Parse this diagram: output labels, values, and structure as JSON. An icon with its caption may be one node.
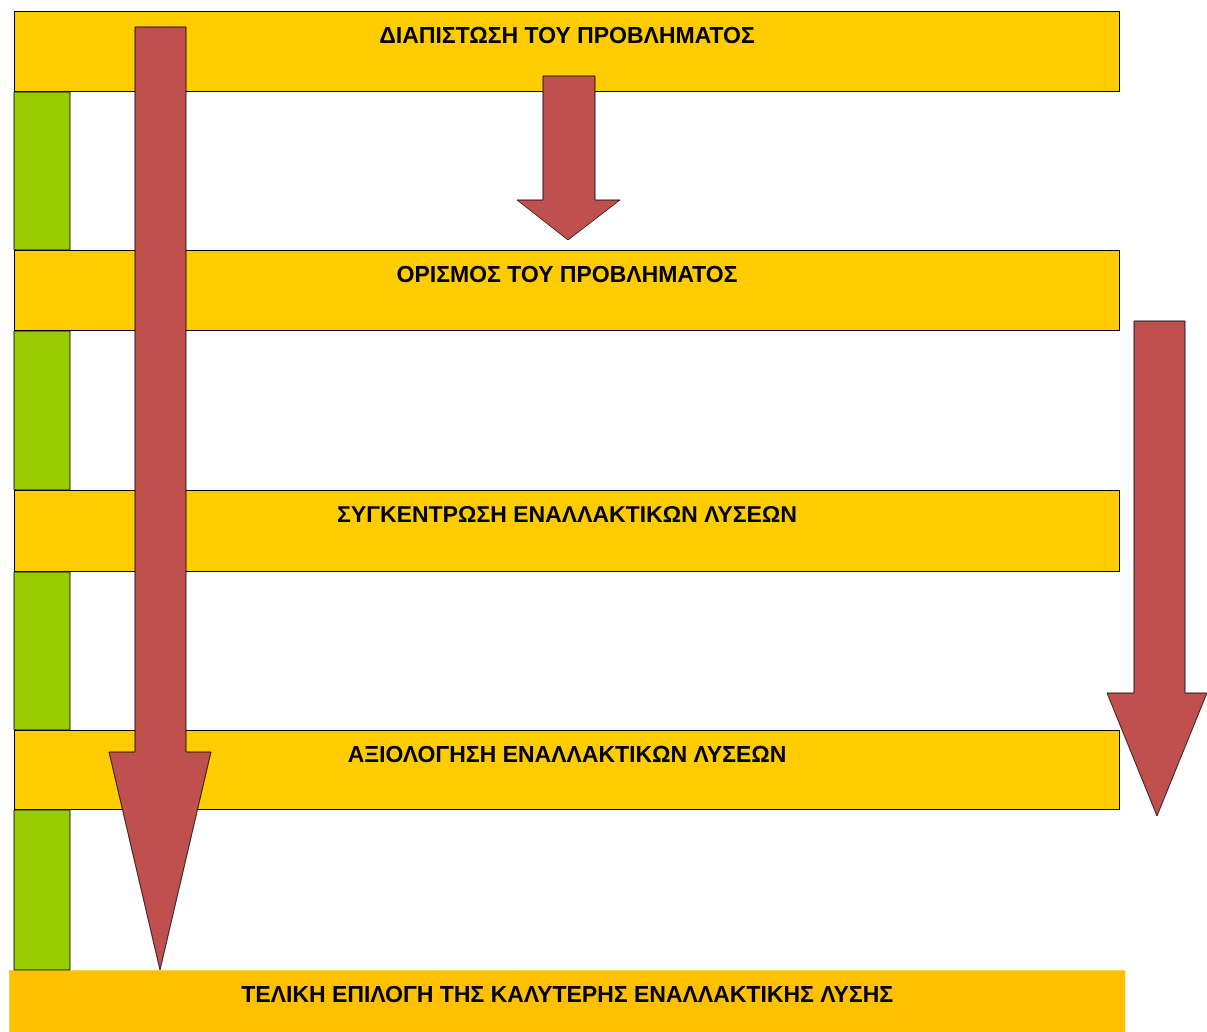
{
  "diagram": {
    "nodes": [
      {
        "text": [
          "ΔΙΑΠΙΣΤΩΣΗ ΤΟΥ ΠΡΟΒΛΗΜΑΤΟΣ"
        ]
      },
      {
        "text": [
          "ΟΡΙΣΜΟΣ ΤΟΥ ΠΡΟΒΛΗΜΑΤΟΣ"
        ]
      },
      {
        "text": [
          "ΣΥΓΚΕΝΤΡΩΣΗ ΕΝΑΛΛΑΚΤΙΚΩΝ ΛΥΣΕΩΝ"
        ]
      },
      {
        "text": [
          "ΑΞΙΟΛΟΓΗΣΗ ΕΝΑΛΛΑΚΤΙΚΩΝ ΛΥΣΕΩΝ"
        ]
      },
      {
        "text": [
          "ΤΕΛΙΚΗ ΕΠΙΛΟΓΗ ΤΗΣ ΚΑΛΥΤΕΡΗΣ ΕΝΑΛΛΑΚΤΙΚΗΣ ΛΥΣΗΣ"
        ]
      }
    ],
    "edges": [
      {
        "from": 0,
        "to": 1,
        "arrow": "none",
        "color": "#99cc00"
      },
      {
        "from": 1,
        "to": 2,
        "arrow": "none",
        "color": "#99cc00"
      },
      {
        "from": 2,
        "to": 3,
        "arrow": "none",
        "color": "#99cc00"
      },
      {
        "from": 3,
        "to": 4,
        "arrow": "none",
        "color": "#99cc00"
      },
      {
        "from": 0,
        "to": 4,
        "arrow": "to",
        "color": "#c0504d"
      },
      {
        "from": 0,
        "to": 1,
        "arrow": "to",
        "color": "#c0504d"
      },
      {
        "from": 1,
        "to": 3,
        "arrow": "to",
        "color": "#c0504d"
      }
    ]
  }
}
